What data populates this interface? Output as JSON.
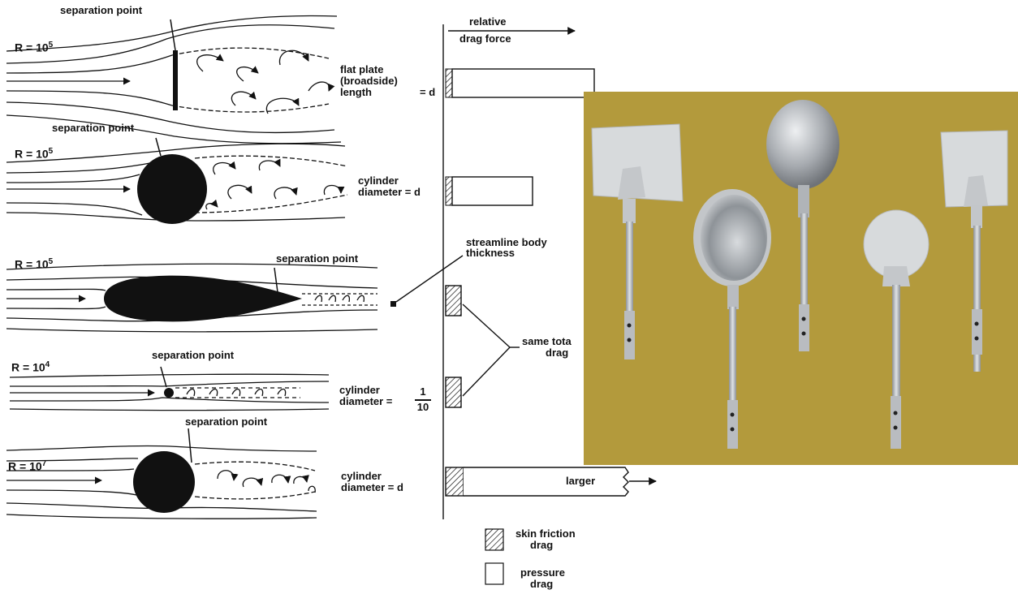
{
  "figure": {
    "separation_label": "separation point",
    "reynolds_label": "R = 10",
    "relative_drag_force": {
      "line1": "relative",
      "line2": "drag force"
    },
    "rows": [
      {
        "exponent": "5",
        "object": [
          "flat plate",
          "(broadside)",
          "length"
        ],
        "dim": "= d"
      },
      {
        "exponent": "5",
        "object": [
          "cylinder",
          "diameter = d"
        ]
      },
      {
        "exponent": "5",
        "object": [
          "streamline body",
          "thickness"
        ]
      },
      {
        "exponent": "4",
        "object": [
          "cylinder",
          "diameter ="
        ],
        "fraction": {
          "num": "1",
          "den": "10"
        }
      },
      {
        "exponent": "7",
        "object": [
          "cylinder",
          "diameter = d"
        ]
      }
    ],
    "same_total_drag": [
      "same tota",
      "drag"
    ],
    "larger_label": "larger",
    "legend": {
      "skin_friction": [
        "skin friction",
        "drag"
      ],
      "pressure": [
        "pressure",
        "drag"
      ]
    }
  },
  "colors": {
    "ink": "#111111",
    "photo_background": "#b39a3c",
    "metal": "#c9cdd2"
  }
}
